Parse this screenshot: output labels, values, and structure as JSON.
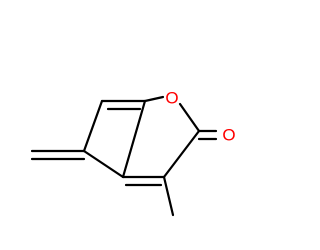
{
  "molecule": {
    "atoms": [
      {
        "id": "O1",
        "symbol": "O",
        "labelled": true
      },
      {
        "id": "O2",
        "symbol": "O",
        "labelled": true
      }
    ],
    "colors": {
      "bond": "#000000",
      "oxygen": "#ff0000"
    }
  }
}
